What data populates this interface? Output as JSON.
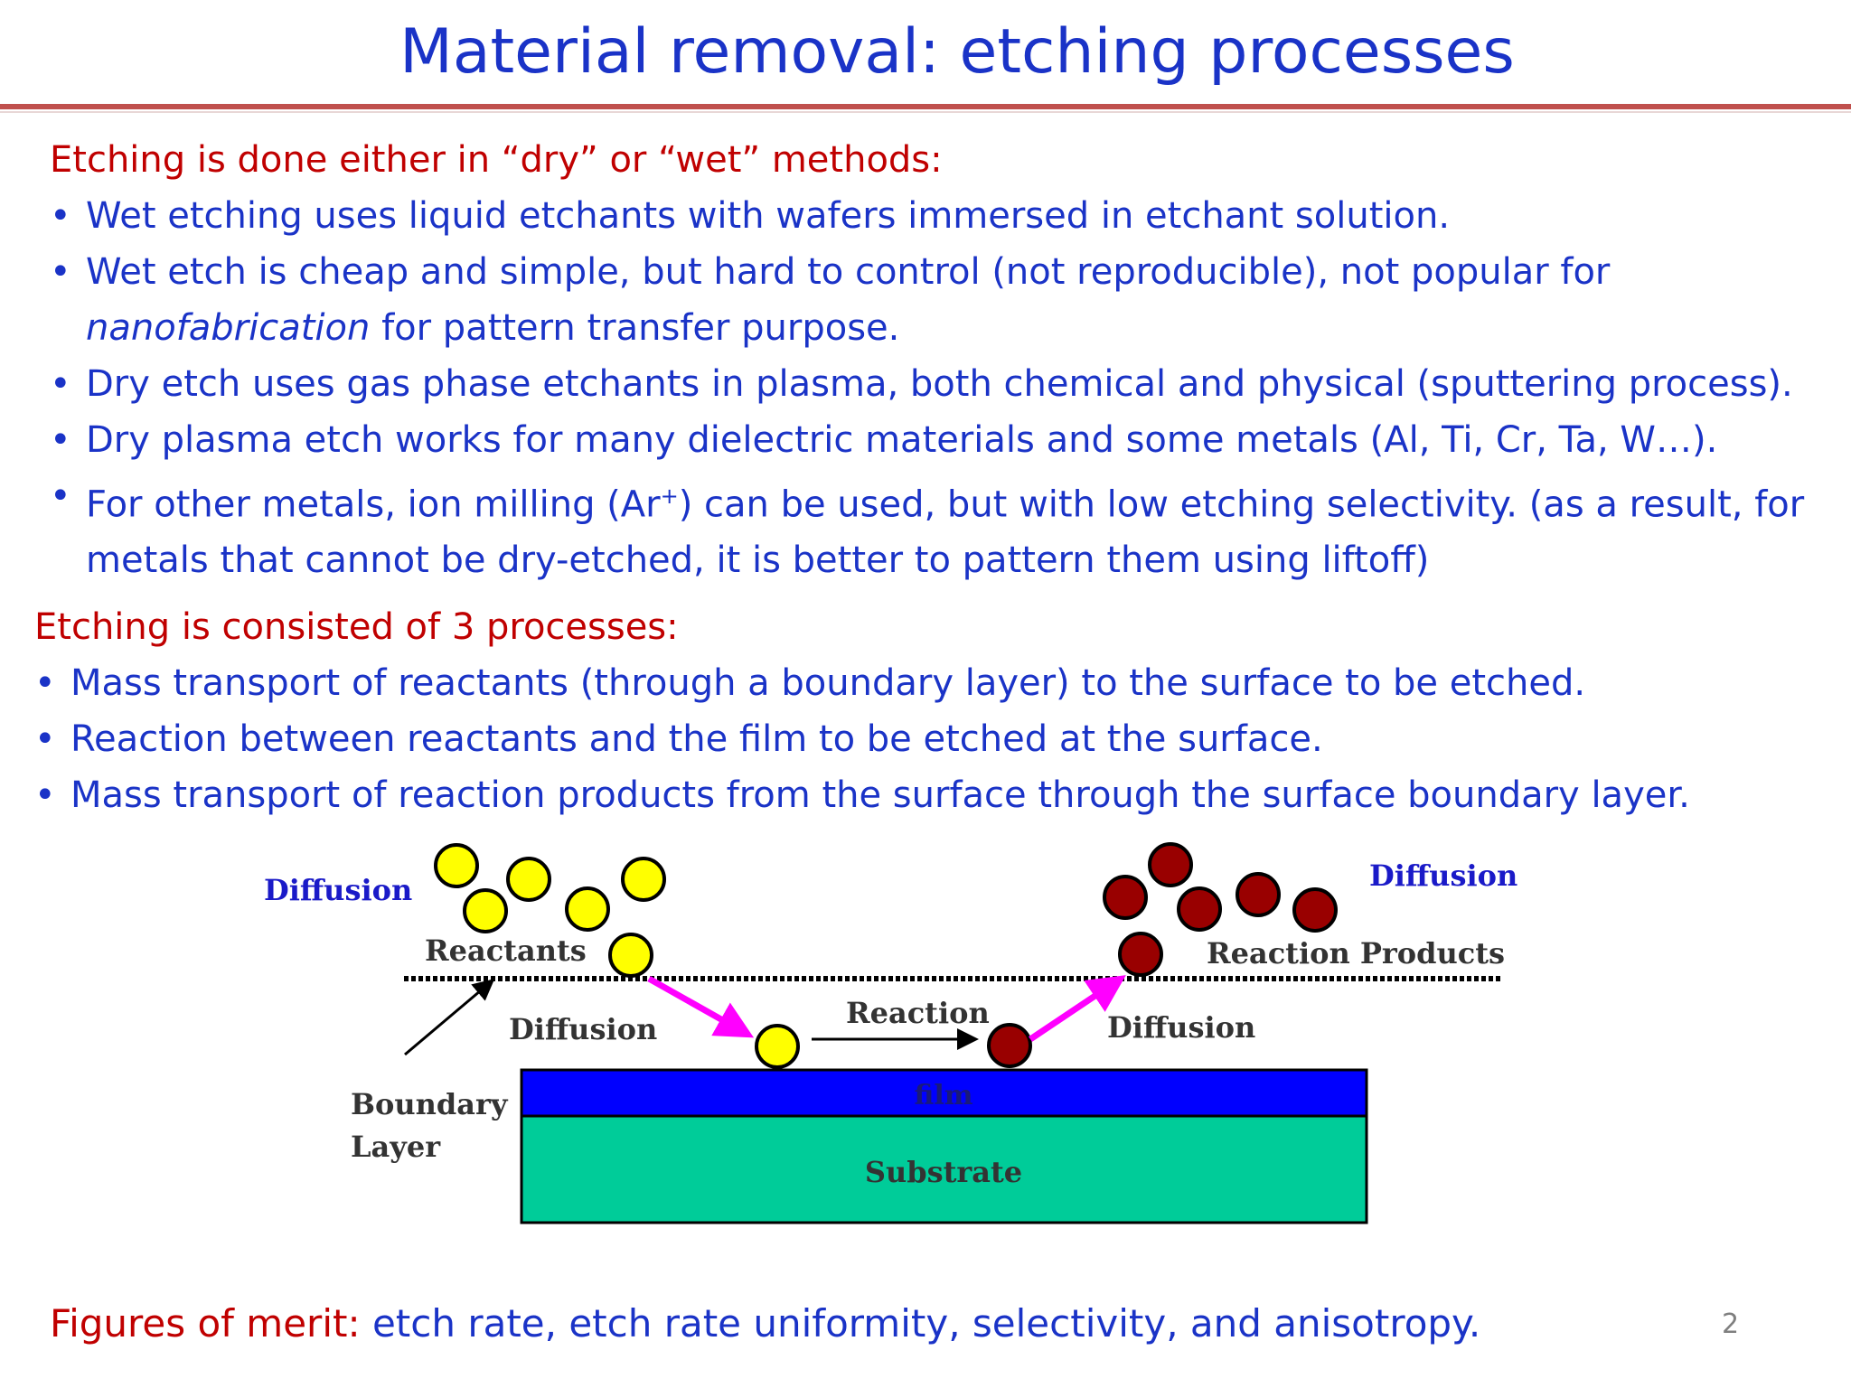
{
  "title": "Material removal: etching processes",
  "section1": {
    "heading": "Etching is done either in “dry” or “wet” methods:",
    "b1": "Wet etching uses liquid etchants with wafers immersed in etchant solution.",
    "b2_pre": "Wet etch is cheap and simple, but hard to control (not reproducible), not popular for",
    "b2_em": "nanofabrication",
    "b2_post": " for pattern transfer purpose.",
    "b3": "Dry etch uses gas phase etchants in plasma, both chemical and physical (sputtering process).",
    "b4": "Dry plasma etch works for many dielectric materials and some metals (Al, Ti, Cr, Ta, W…).",
    "b5_pre": "For other metals, ion milling (Ar",
    "b5_sup": "+",
    "b5_post": ") can be used, but with low etching selectivity. (as a result, for metals that cannot be dry-etched, it is better to pattern them using liftoff)"
  },
  "section2": {
    "heading": "Etching is consisted of 3 processes:",
    "b1": "Mass transport of reactants (through a boundary layer) to the surface to be etched.",
    "b2": "Reaction between reactants and the film to be etched at the surface.",
    "b3": "Mass transport of reaction products from the surface through the surface boundary layer."
  },
  "diagram": {
    "diffusion_left": "Diffusion",
    "diffusion_right": "Diffusion",
    "reactants": "Reactants",
    "reaction_products": "Reaction Products",
    "diffusion_down": "Diffusion",
    "reaction": "Reaction",
    "diffusion_up": "Diffusion",
    "boundary_line1": "Boundary",
    "boundary_line2": "Layer",
    "film": "film",
    "substrate": "Substrate",
    "colors": {
      "reactant": "#ffff00",
      "product": "#990000",
      "film": "#0000ff",
      "substrate": "#00cc99",
      "arrow": "#ff00ff",
      "diffusion_label": "#1a1ac8"
    }
  },
  "footer": {
    "label": "Figures of merit:",
    "text": " etch rate, etch rate uniformity, selectivity, and anisotropy."
  },
  "page_number": "2"
}
